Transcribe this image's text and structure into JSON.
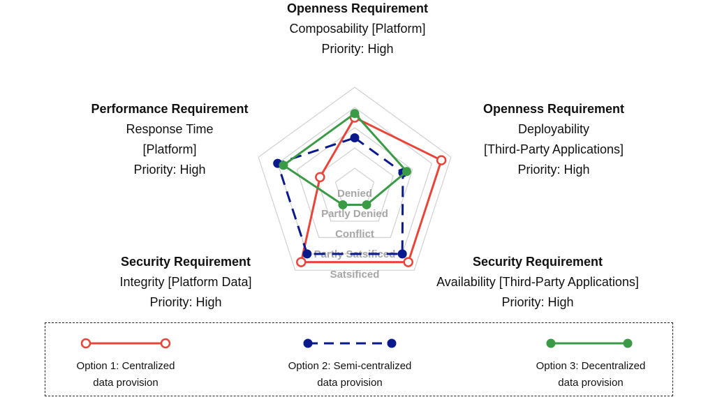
{
  "chart_data": {
    "type": "radar",
    "levels": [
      "Denied",
      "Partly Denied",
      "Conflict",
      "Partly Satsificed",
      "Satsificed"
    ],
    "axes": [
      {
        "title": "Openness Requirement",
        "lines": [
          "Composability [Platform]",
          "Priority: High"
        ]
      },
      {
        "title": "Openness Requirement",
        "lines": [
          "Deployability",
          "[Third-Party Applications]",
          "Priority: High"
        ]
      },
      {
        "title": "Security Requirement",
        "lines": [
          "Availability [Third-Party Applications]",
          "Priority: High"
        ]
      },
      {
        "title": "Security Requirement",
        "lines": [
          "Integrity [Platform Data]",
          "Priority: High"
        ]
      },
      {
        "title": "Performance Requirement",
        "lines": [
          "Response Time",
          "[Platform]",
          "Priority: High"
        ]
      }
    ],
    "series": [
      {
        "name": "Option 1: Centralized data provision",
        "values": [
          3.5,
          4.5,
          4.5,
          4.5,
          1.8
        ],
        "color": "#e8443a",
        "marker": "open-circle",
        "line": "solid"
      },
      {
        "name": "Option 2: Semi-centralized data provision",
        "values": [
          2.5,
          2.5,
          4.0,
          4.0,
          4.0
        ],
        "color": "#0a1a8c",
        "marker": "filled-circle",
        "line": "dashed"
      },
      {
        "name": "Option 3: Decentralized data provision",
        "values": [
          3.7,
          2.7,
          1.0,
          1.0,
          3.7
        ],
        "color": "#3a9a46",
        "marker": "filled-circle",
        "line": "solid"
      }
    ],
    "range": [
      0,
      5
    ]
  },
  "legend": {
    "items": [
      {
        "lines": [
          "Option 1: Centralized",
          "data provision"
        ]
      },
      {
        "lines": [
          "Option 2: Semi-centralized",
          "data provision"
        ]
      },
      {
        "lines": [
          "Option 3: Decentralized",
          "data provision"
        ]
      }
    ]
  }
}
